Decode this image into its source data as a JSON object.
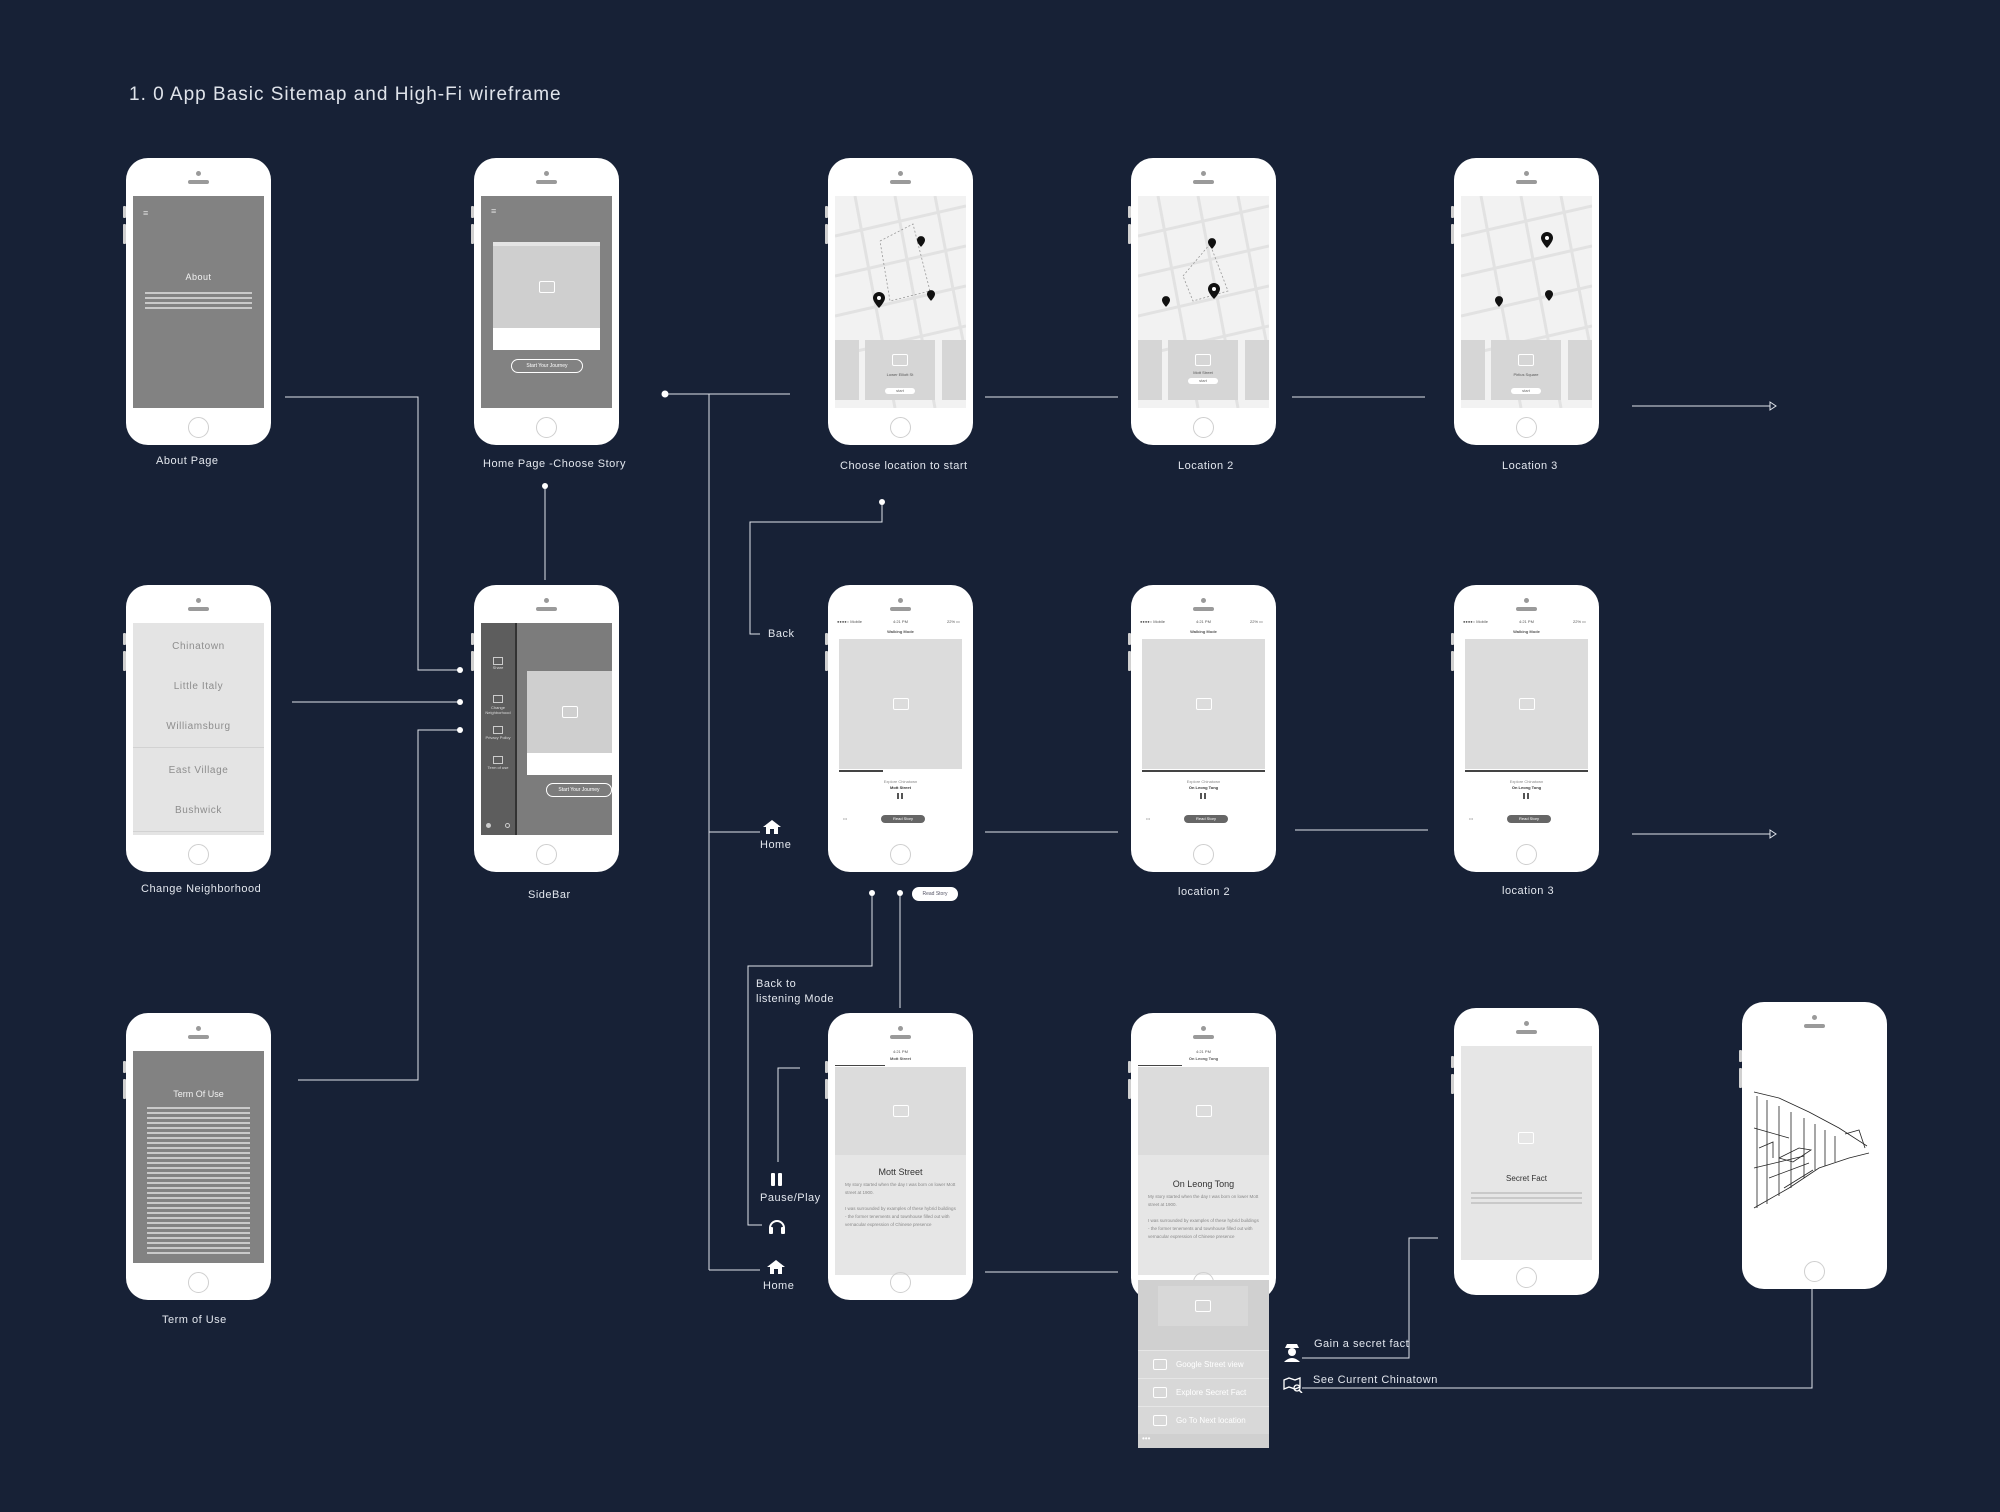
{
  "title": "1. 0  App Basic Sitemap and High-Fi wireframe",
  "screens": {
    "about": {
      "caption": "About Page",
      "heading": "About"
    },
    "home": {
      "caption": "Home Page -Choose Story",
      "button": "Start Your Journey"
    },
    "choose_location": {
      "caption": "Choose location to start",
      "card": "Lower Elliott St",
      "start": "start"
    },
    "location2_map": {
      "caption": "Location 2",
      "card": "Mott Street",
      "start": "start"
    },
    "location3_map": {
      "caption": "Location 3",
      "card": "Pirlius Square",
      "start": "start"
    },
    "neighborhood": {
      "caption": "Change Neighborhood",
      "items": [
        "Chinatown",
        "Little Italy",
        "Williamsburg",
        "East Village",
        "Bushwick"
      ]
    },
    "sidebar": {
      "caption": "SideBar",
      "button": "Start Your Journey",
      "items": [
        "Share",
        "Change Neighborhood",
        "Privacy Policy",
        "Term of use"
      ]
    },
    "terms": {
      "caption": "Term of Use",
      "heading": "Term Of Use"
    },
    "walk1": {
      "caption": "",
      "mode": "Walking Mode",
      "sub": "Explore Chinatown",
      "place": "Mott Street",
      "read": "Read Story",
      "status_left": "●●●●○ Mobile",
      "status_time": "4:21 PM",
      "status_right": "22% ▭"
    },
    "walk2": {
      "caption": "location 2",
      "mode": "Walking Mode",
      "sub": "Explore Chinatown",
      "place": "On Leong Tong",
      "read": "Read Story",
      "status_left": "●●●●○ Mobile",
      "status_time": "4:21 PM",
      "status_right": "22% ▭"
    },
    "walk3": {
      "caption": "location 3",
      "mode": "Walking Mode",
      "sub": "Explore Chinatown",
      "place": "On Leong Tong",
      "read": "Read Story",
      "status_left": "●●●●○ Mobile",
      "status_time": "4:21 PM",
      "status_right": "22% ▭"
    },
    "story1": {
      "title": "Mott Street",
      "header": "Mott Street",
      "p1": "My story started when the day I was born on lower Mott street at 1900.",
      "p2": "I was surrounded by examples of these hybrid buildings - the former tenements and townhouse filled out with vernacular expression of Chinese presence",
      "status_time": "4:21 PM"
    },
    "story2": {
      "title": "On Leong Tong",
      "header": "On Leong Tong",
      "p1": "My story started when the day I was born on lower Mott street at 1900.",
      "p2": "I was surrounded by examples of these hybrid buildings - the former tenements and townhouse filled out with vernacular expression of Chinese presence",
      "status_time": "4:21 PM"
    },
    "secret": {
      "title": "Secret Fact"
    }
  },
  "popup_menu": [
    "Google Street view",
    "Explore Secret Fact",
    "Go To Next location"
  ],
  "labels": {
    "back": "Back",
    "home1": "Home",
    "home2": "Home",
    "back_listen_1": "Back to",
    "back_listen_2": "listening Mode",
    "pause_play": "Pause/Play",
    "read_story_pill": "Read Story",
    "gain_secret": "Gain a secret fact",
    "see_chinatown": "See Current Chinatown"
  },
  "colors": {
    "background": "#172136",
    "line": "#dfe3ea",
    "screen_dark": "#828282",
    "screen_light": "#dcdcdc"
  }
}
